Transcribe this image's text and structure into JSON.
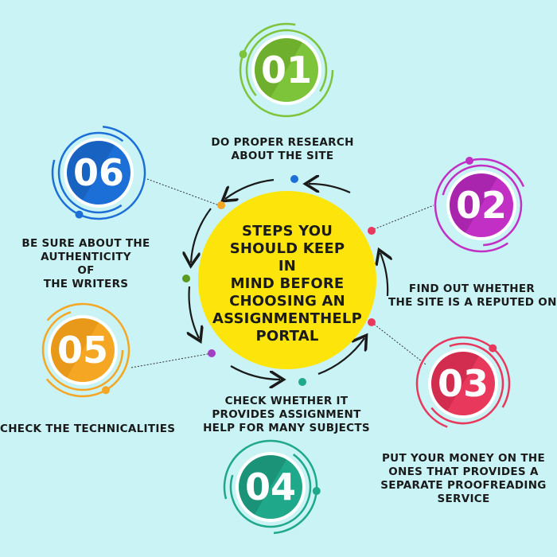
{
  "center": {
    "title_lines": [
      "STEPS YOU",
      "SHOULD KEEP",
      "IN",
      "MIND BEFORE",
      "CHOOSING AN",
      "ASSIGNMENTHELP",
      "PORTAL"
    ]
  },
  "steps": [
    {
      "number": "01",
      "lines": [
        "DO PROPER RESEARCH",
        "ABOUT THE SITE"
      ],
      "color": "#7ec43a",
      "color_dark": "#5a9a1e"
    },
    {
      "number": "02",
      "lines": [
        "FIND OUT WHETHER",
        "THE SITE IS A REPUTED ONE"
      ],
      "color": "#c22fc4",
      "color_dark": "#8f1b93"
    },
    {
      "number": "03",
      "lines": [
        "PUT YOUR MONEY ON THE",
        "ONES THAT PROVIDES A",
        "SEPARATE PROOFREADING",
        "SERVICE"
      ],
      "color": "#e8385c",
      "color_dark": "#b81e40"
    },
    {
      "number": "04",
      "lines": [
        "CHECK WHETHER IT",
        "PROVIDES ASSIGNMENT",
        "HELP FOR MANY SUBJECTS"
      ],
      "color": "#1fa889",
      "color_dark": "#137a63"
    },
    {
      "number": "05",
      "lines": [
        "CHECK THE TECHNICALITIES"
      ],
      "color": "#f5a623",
      "color_dark": "#d98a10"
    },
    {
      "number": "06",
      "lines": [
        "BE SURE ABOUT THE",
        "AUTHENTICITY",
        "OF",
        "THE WRITERS"
      ],
      "color": "#1d6fd8",
      "color_dark": "#1552a8"
    }
  ],
  "colors": {
    "background": "#c9f3f4",
    "center_fill": "#fde50c",
    "arrow": "#1a1a1a"
  }
}
